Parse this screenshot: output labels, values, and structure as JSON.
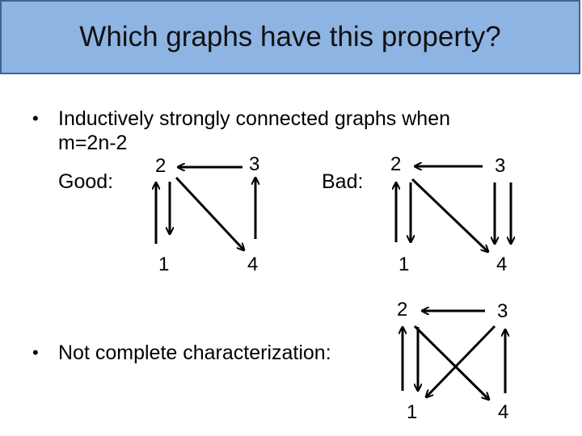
{
  "slide": {
    "title": "Which graphs have this property?",
    "bullet1_line1": "Inductively strongly connected graphs when",
    "bullet1_line2": "m=2n-2",
    "good_label": "Good:",
    "bad_label": "Bad:",
    "bullet2": "Not complete characterization:",
    "bullet_glyph": "•"
  },
  "graphs": {
    "good": {
      "nodes": [
        "2",
        "3",
        "1",
        "4"
      ]
    },
    "bad": {
      "nodes": [
        "2",
        "3",
        "1",
        "4"
      ]
    },
    "extra": {
      "nodes": [
        "2",
        "3",
        "1",
        "4"
      ]
    }
  },
  "colors": {
    "title_bg": "#8eb4e3",
    "title_border": "#3b6396"
  }
}
